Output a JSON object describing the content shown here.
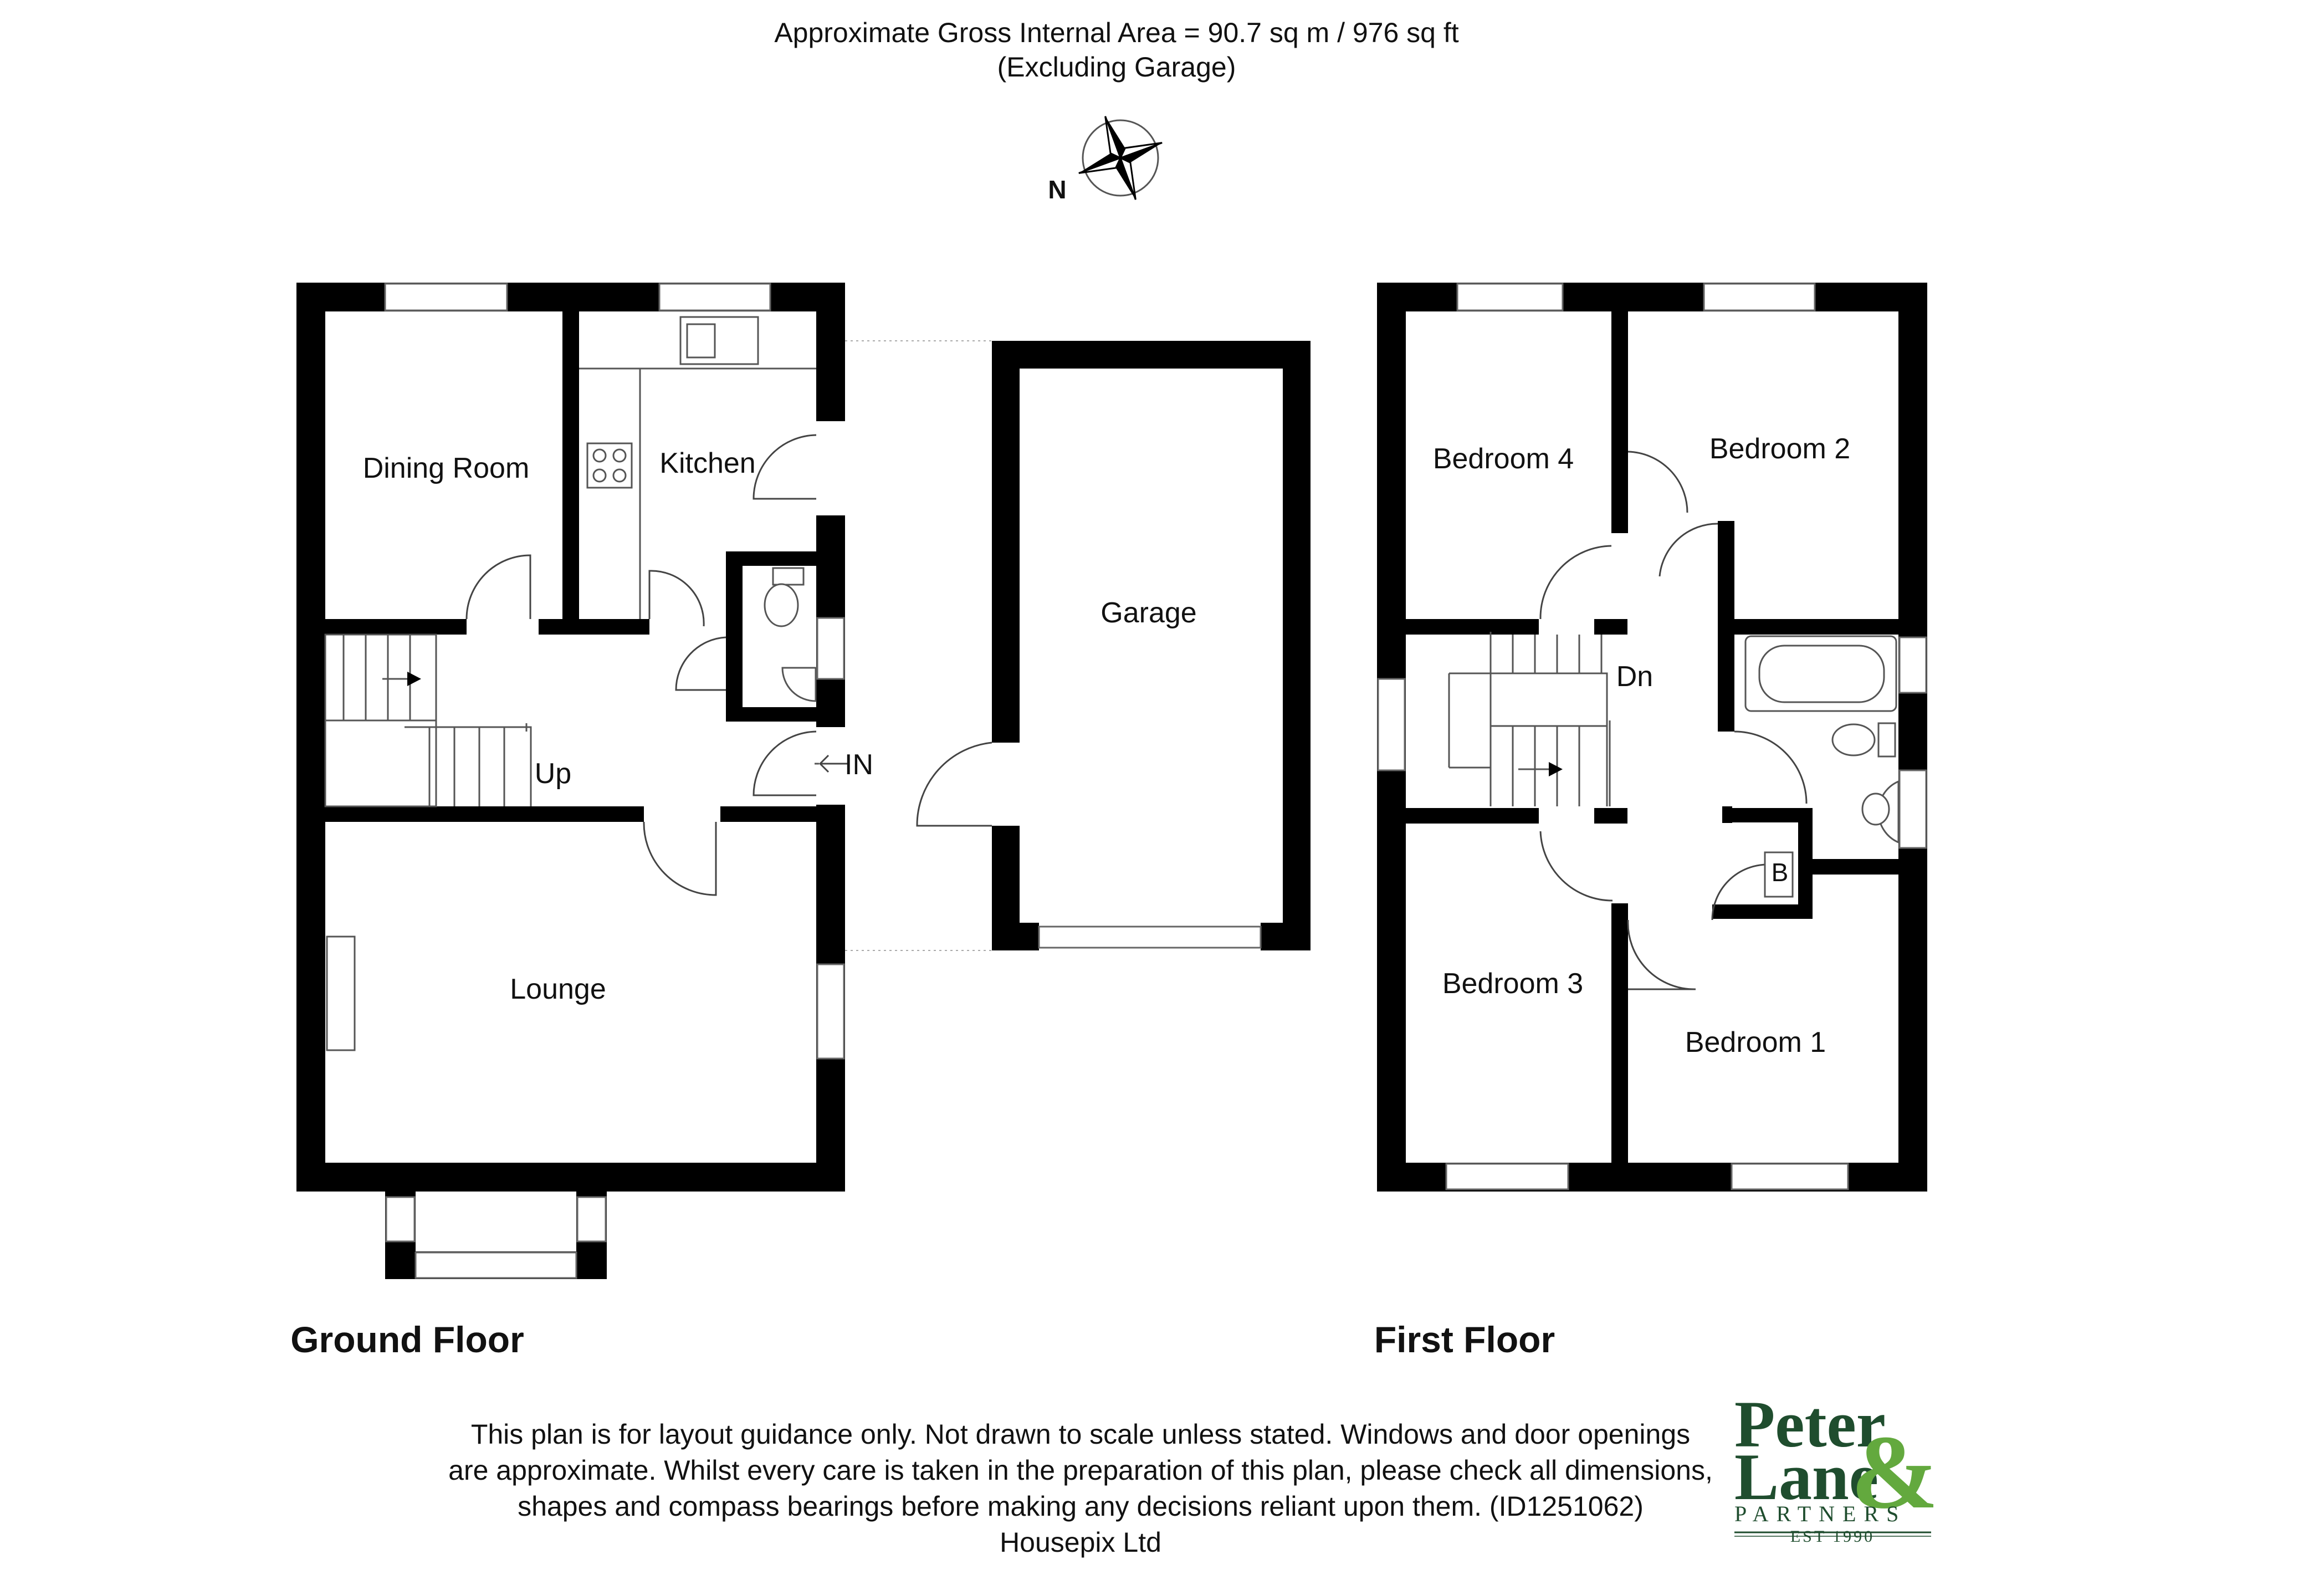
{
  "header": {
    "area_line": "Approximate Gross Internal Area = 90.7 sq m / 976 sq ft",
    "excluding_line": "(Excluding Garage)",
    "compass_label": "N",
    "compass_icon": "compass-rose-icon"
  },
  "ground_floor": {
    "title": "Ground Floor",
    "rooms": {
      "dining_room": "Dining Room",
      "kitchen": "Kitchen",
      "lounge": "Lounge",
      "garage": "Garage"
    },
    "labels": {
      "up": "Up",
      "in": "IN"
    }
  },
  "first_floor": {
    "title": "First Floor",
    "rooms": {
      "bedroom_1": "Bedroom 1",
      "bedroom_2": "Bedroom 2",
      "bedroom_3": "Bedroom 3",
      "bedroom_4": "Bedroom 4"
    },
    "labels": {
      "dn": "Dn",
      "boiler": "B"
    }
  },
  "disclaimer": {
    "line1": "This plan is for layout guidance only. Not drawn to scale unless stated. Windows and door openings",
    "line2": "are approximate. Whilst every care is taken in the preparation of this plan, please check all dimensions,",
    "line3": "shapes and compass bearings before making any decisions reliant upon them. (ID1251062)",
    "line4": "Housepix Ltd"
  },
  "logo": {
    "line1": "Peter",
    "line2": "Lane",
    "ampersand": "&",
    "partners": "PARTNERS",
    "est": "EST 1990",
    "colors": {
      "dark_green": "#1f4d2e",
      "light_green": "#63a93e"
    }
  }
}
